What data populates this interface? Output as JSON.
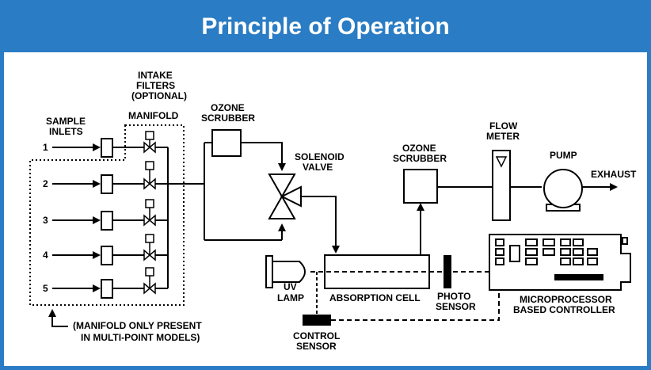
{
  "header": {
    "title": "Principle of Operation"
  },
  "labels": {
    "sample_inlets_1": "SAMPLE",
    "sample_inlets_2": "INLETS",
    "intake_1": "INTAKE",
    "intake_2": "FILTERS",
    "intake_3": "(OPTIONAL)",
    "manifold": "MANIFOLD",
    "inlet_1": "1",
    "inlet_2": "2",
    "inlet_3": "3",
    "inlet_4": "4",
    "inlet_5": "5",
    "ozone_scrubber_left_1": "OZONE",
    "ozone_scrubber_left_2": "SCRUBBER",
    "solenoid_1": "SOLENOID",
    "solenoid_2": "VALVE",
    "ozone_scrubber_right_1": "OZONE",
    "ozone_scrubber_right_2": "SCRUBBER",
    "flow_meter_1": "FLOW",
    "flow_meter_2": "METER",
    "pump": "PUMP",
    "exhaust": "EXHAUST",
    "uv_lamp_1": "UV",
    "uv_lamp_2": "LAMP",
    "absorption_cell": "ABSORPTION CELL",
    "photo_sensor_1": "PHOTO",
    "photo_sensor_2": "SENSOR",
    "controller_1": "MICROPROCESSOR",
    "controller_2": "BASED CONTROLLER",
    "control_sensor_1": "CONTROL",
    "control_sensor_2": "SENSOR",
    "manifold_note_1": "(MANIFOLD ONLY PRESENT",
    "manifold_note_2": "IN MULTI-POINT MODELS)"
  },
  "colors": {
    "header_bg": "#2a7cc4",
    "header_text": "#ffffff",
    "line": "#000000"
  }
}
